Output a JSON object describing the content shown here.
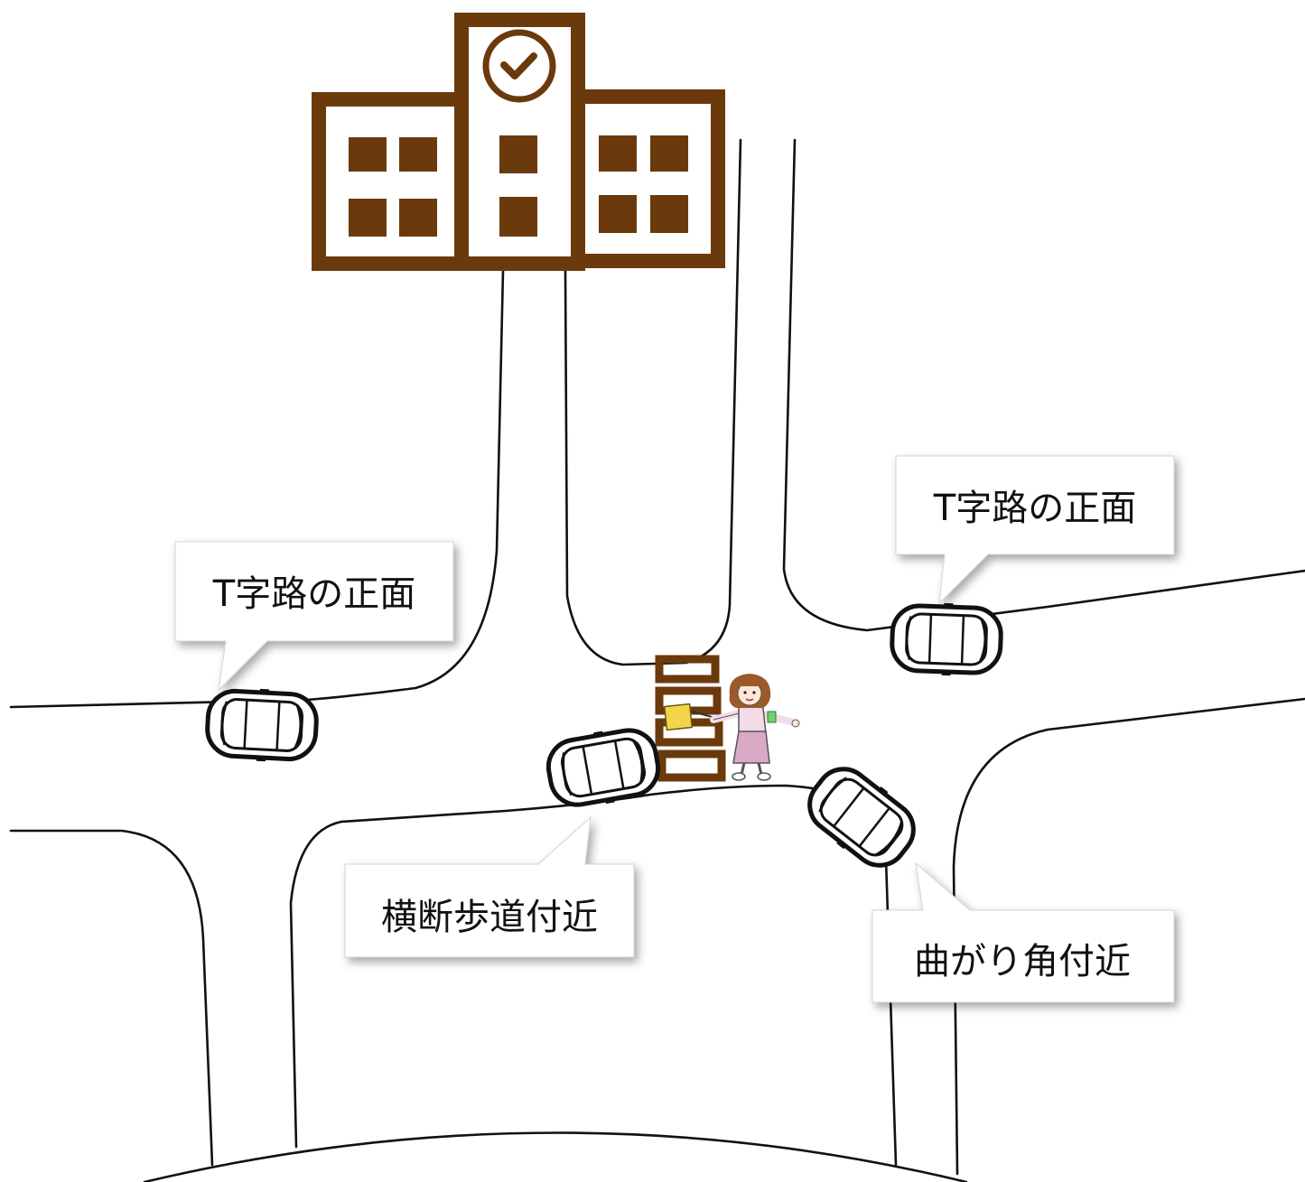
{
  "callouts": {
    "t_junction_left": "T字路の正面",
    "t_junction_right": "T字路の正面",
    "crosswalk": "横断歩道付近",
    "corner": "曲がり角付近"
  },
  "colors": {
    "school": "#6b3a0c",
    "crosswalk": "#6b3a0c",
    "road_line": "#111111",
    "callout_fill": "#ffffff",
    "flag": "#f3d54a",
    "armband": "#6fd16f",
    "skirt": "#d9a9c6",
    "blouse": "#f4dbe8",
    "hair": "#9b5a2a"
  },
  "icons": {
    "school": "school-building-icon",
    "clock": "clock-icon",
    "car": "car-icon",
    "guard": "crossing-guard-icon"
  }
}
